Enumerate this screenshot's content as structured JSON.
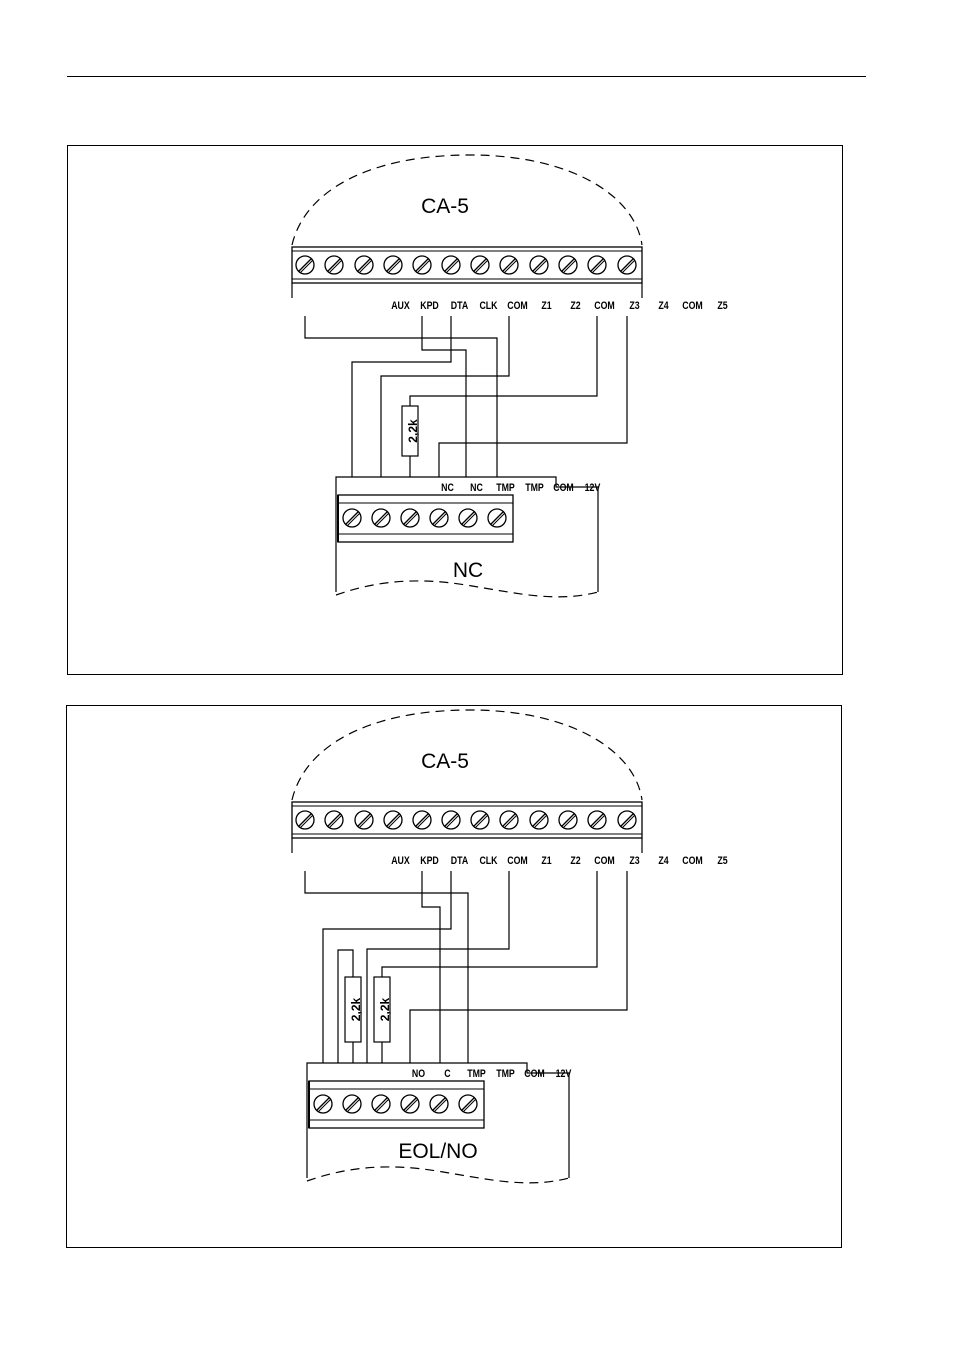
{
  "diagrams": [
    {
      "id": "nc",
      "panel_title": "CA-5",
      "panel_terminals": [
        "AUX",
        "KPD",
        "DTA",
        "CLK",
        "COM",
        "Z1",
        "Z2",
        "COM",
        "Z3",
        "Z4",
        "COM",
        "Z5"
      ],
      "detector_title": "NC",
      "detector_terminals": [
        "NC",
        "NC",
        "TMP",
        "TMP",
        "COM",
        "12V"
      ],
      "resistors": [
        {
          "label": "2,2k"
        }
      ]
    },
    {
      "id": "eol-no",
      "panel_title": "CA-5",
      "panel_terminals": [
        "AUX",
        "KPD",
        "DTA",
        "CLK",
        "COM",
        "Z1",
        "Z2",
        "COM",
        "Z3",
        "Z4",
        "COM",
        "Z5"
      ],
      "detector_title": "EOL/NO",
      "detector_terminals": [
        "NO",
        "C",
        "TMP",
        "TMP",
        "COM",
        "12V"
      ],
      "resistors": [
        {
          "label": "2,2k"
        },
        {
          "label": "2,2k"
        }
      ]
    }
  ]
}
